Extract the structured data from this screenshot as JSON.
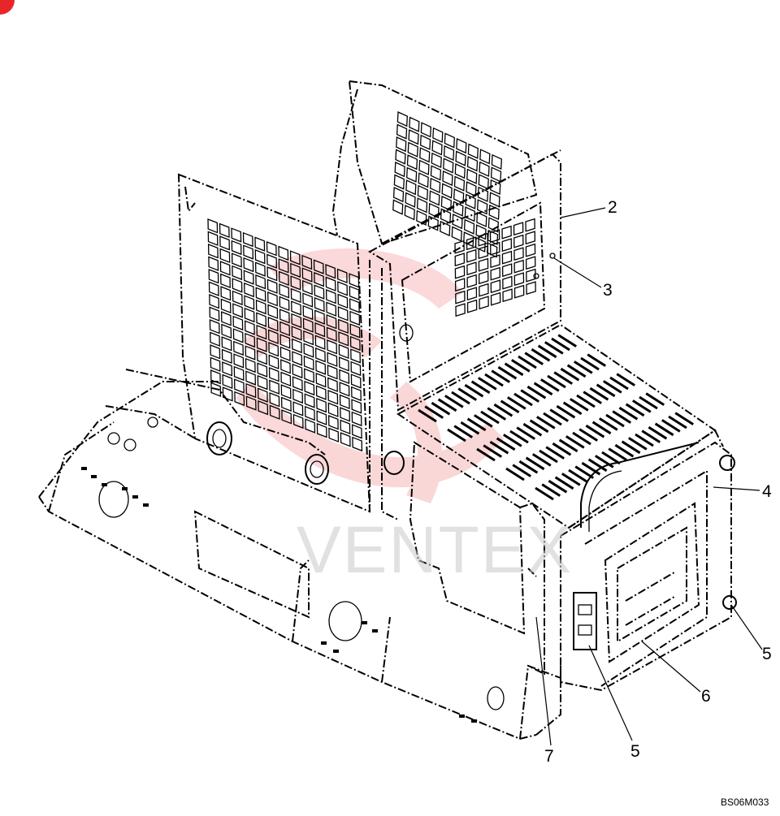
{
  "diagram": {
    "callouts": [
      {
        "id": "c2",
        "label": "2"
      },
      {
        "id": "c3",
        "label": "3"
      },
      {
        "id": "c4",
        "label": "4"
      },
      {
        "id": "c5a",
        "label": "5"
      },
      {
        "id": "c5b",
        "label": "5"
      },
      {
        "id": "c6",
        "label": "6"
      },
      {
        "id": "c7",
        "label": "7"
      }
    ],
    "drawing_code": "BS06M033",
    "watermark_text": "VENTEX",
    "colors": {
      "line": "#000000",
      "watermark_red": "#e8262a",
      "corner_mark": "#e8262a"
    }
  }
}
